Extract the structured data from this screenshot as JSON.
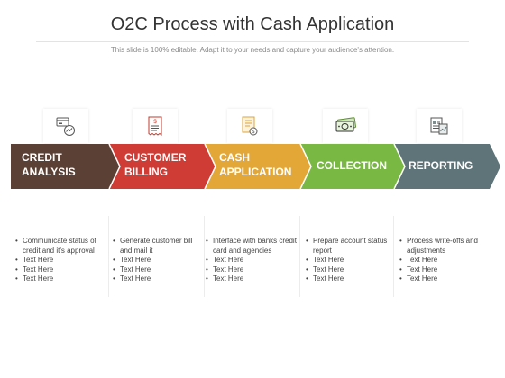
{
  "slide": {
    "title": "O2C Process with Cash Application",
    "subtitle": "This slide is 100% editable. Adapt it to your needs and capture your audience's attention."
  },
  "steps": [
    {
      "label": "CREDIT\nANALYSIS",
      "color": "#5b4035",
      "icon": "credit-card-analysis-icon",
      "bullets": [
        "Communicate status of credit and it's approval",
        "Text Here",
        "Text Here",
        "Text Here"
      ]
    },
    {
      "label": "CUSTOMER\nBILLING",
      "color": "#cf3b35",
      "icon": "invoice-bill-icon",
      "bullets": [
        "Generate customer bill and mail it",
        "Text Here",
        "Text Here",
        "Text Here"
      ]
    },
    {
      "label": "CASH\nAPPLICATION",
      "color": "#e3a737",
      "icon": "document-coin-icon",
      "bullets": [
        "Interface with banks credit card and agencies",
        "Text Here",
        "Text Here",
        "Text Here"
      ]
    },
    {
      "label": "COLLECTION",
      "color": "#78b843",
      "icon": "cash-bills-icon",
      "bullets": [
        "Prepare account status report",
        "Text Here",
        "Text Here",
        "Text Here"
      ]
    },
    {
      "label": "REPORTING",
      "color": "#5e7478",
      "icon": "report-document-icon",
      "bullets": [
        "Process write-offs and adjustments",
        "Text Here",
        "Text Here",
        "Text Here"
      ]
    }
  ]
}
